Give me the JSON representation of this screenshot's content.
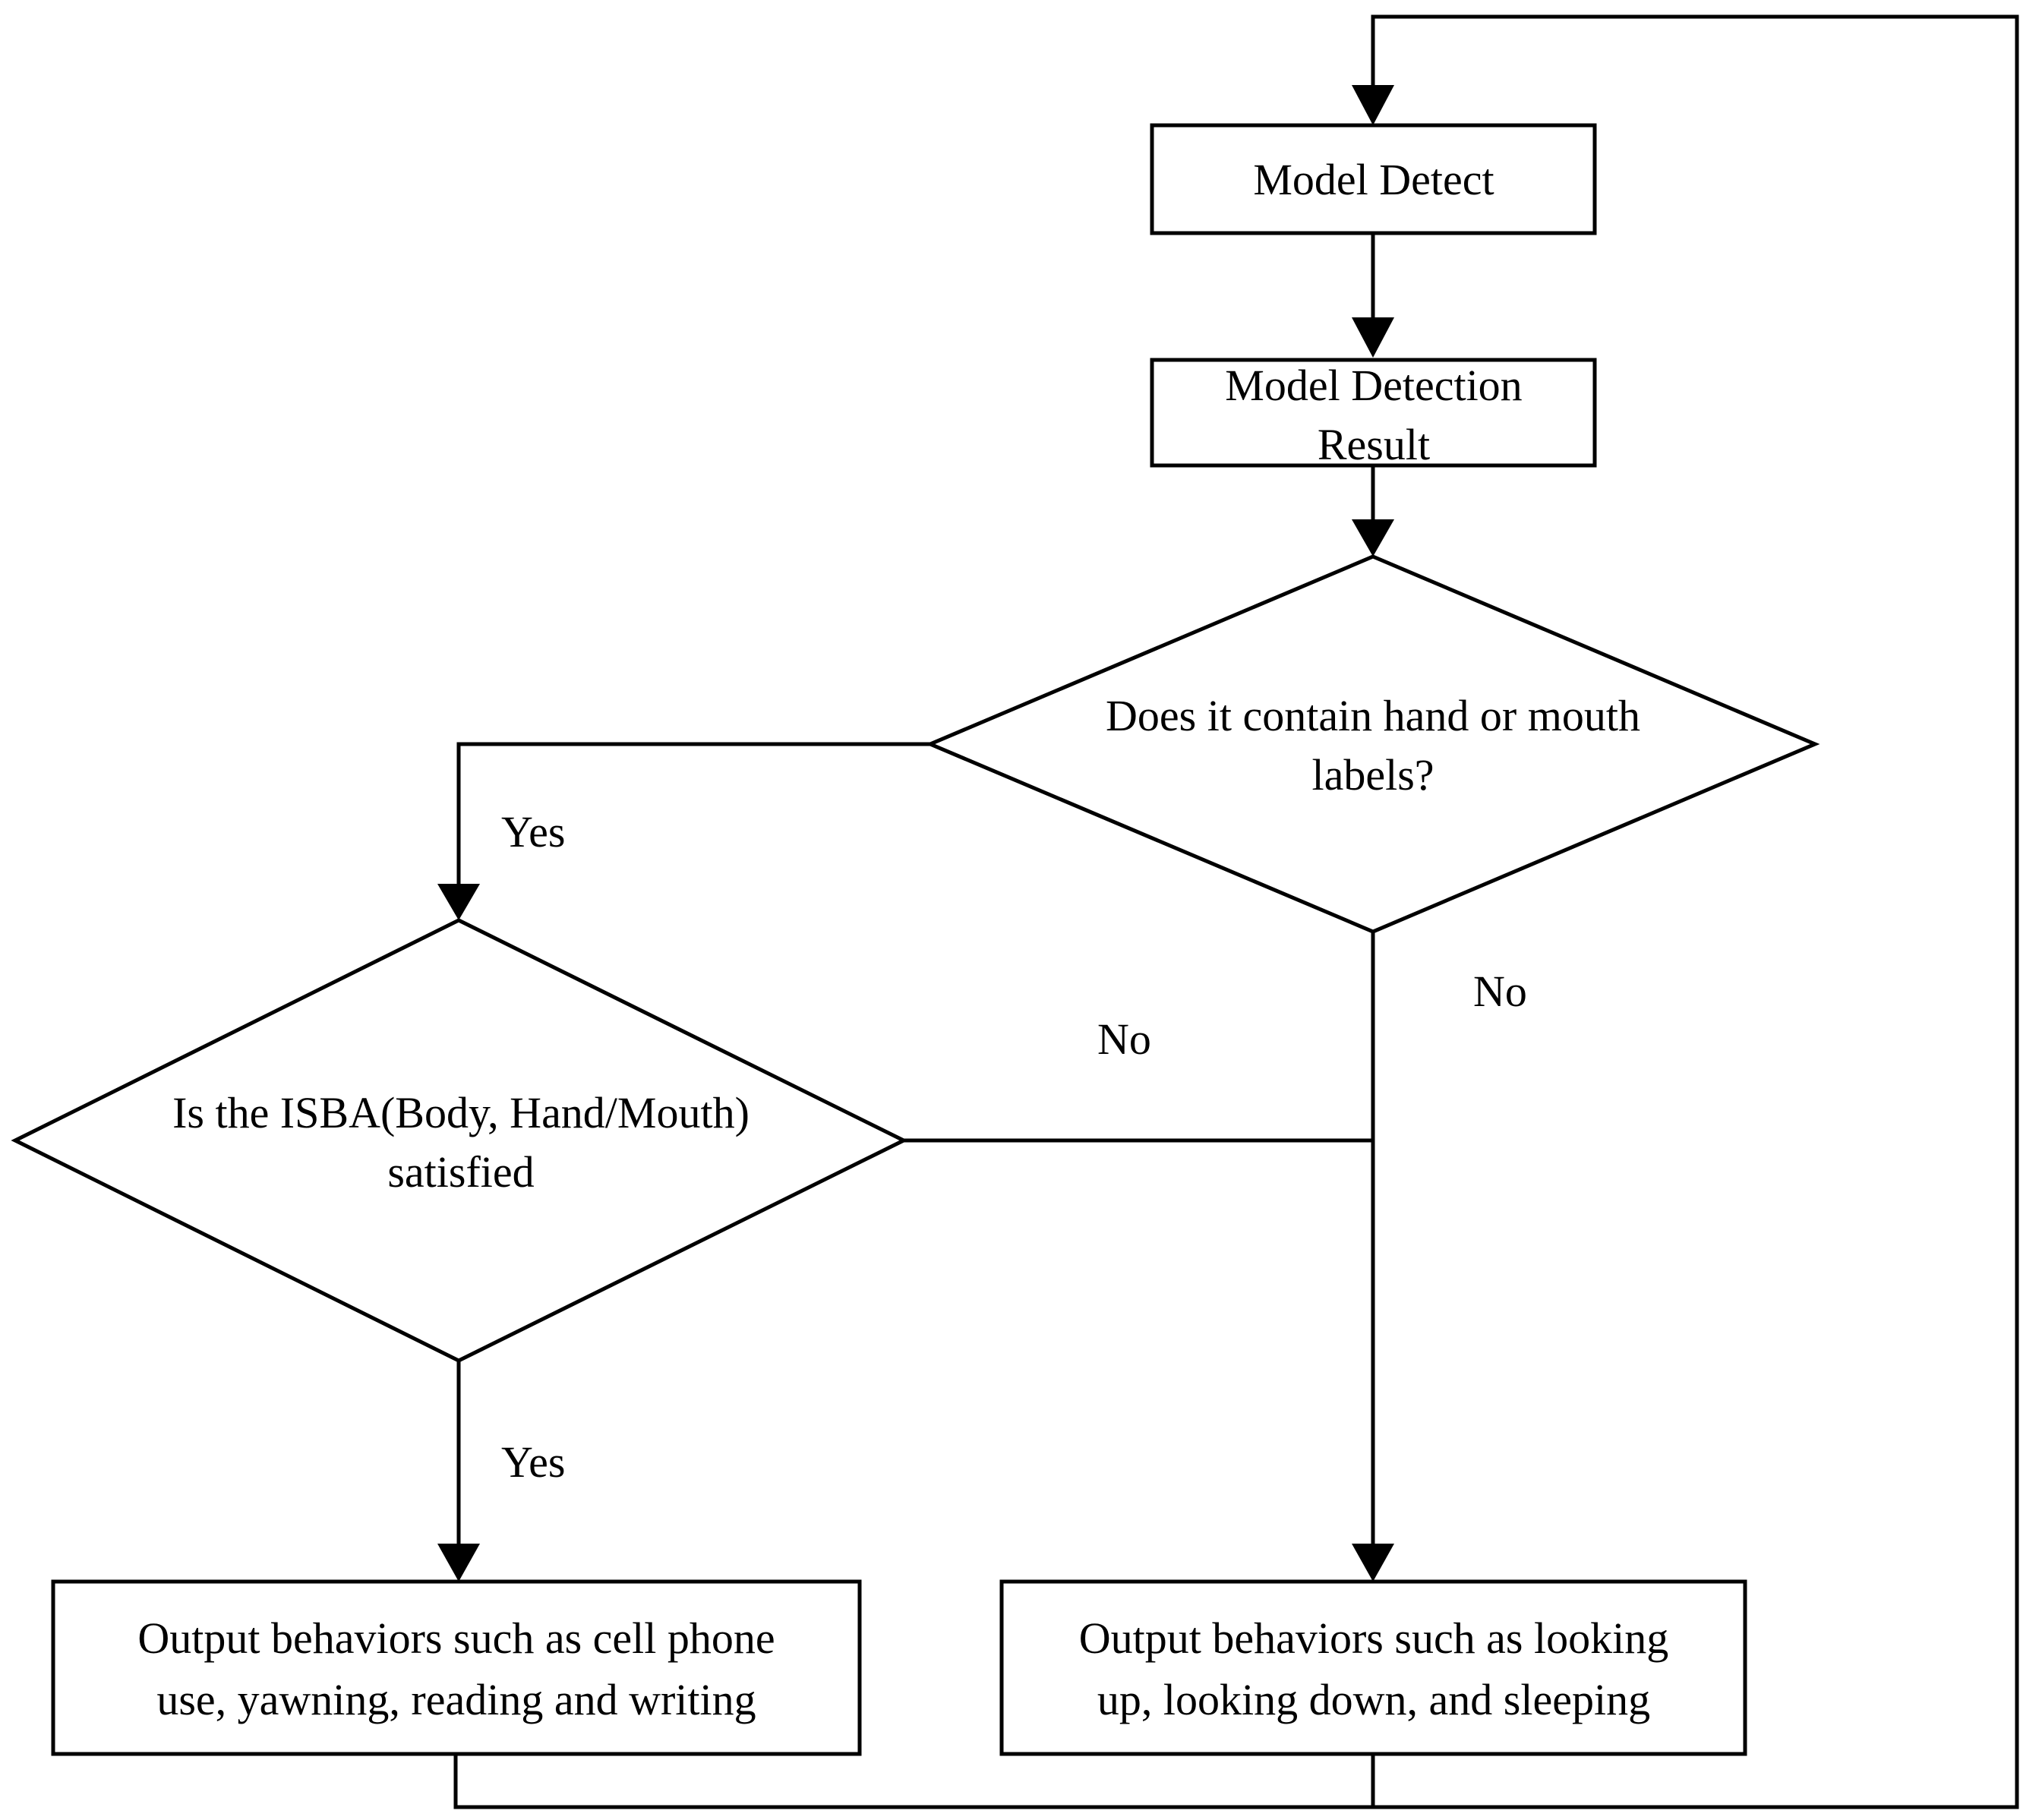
{
  "nodes": {
    "model_detect": {
      "lines": [
        "Model Detect"
      ]
    },
    "detection_result": {
      "lines": [
        "Model Detection",
        "Result"
      ]
    },
    "contains_labels": {
      "lines": [
        "Does it contain hand or mouth",
        "labels?"
      ]
    },
    "isba_satisfied": {
      "lines": [
        "Is the ISBA(Body, Hand/Mouth)",
        "satisfied"
      ]
    },
    "output_phone": {
      "lines": [
        "Output behaviors such as cell phone",
        "use, yawning, reading and writing"
      ]
    },
    "output_looking": {
      "lines": [
        "Output behaviors such as looking",
        "up, looking down, and sleeping"
      ]
    }
  },
  "edge_labels": {
    "labels_yes": "Yes",
    "labels_no": "No",
    "isba_no": "No",
    "isba_yes": "Yes"
  }
}
